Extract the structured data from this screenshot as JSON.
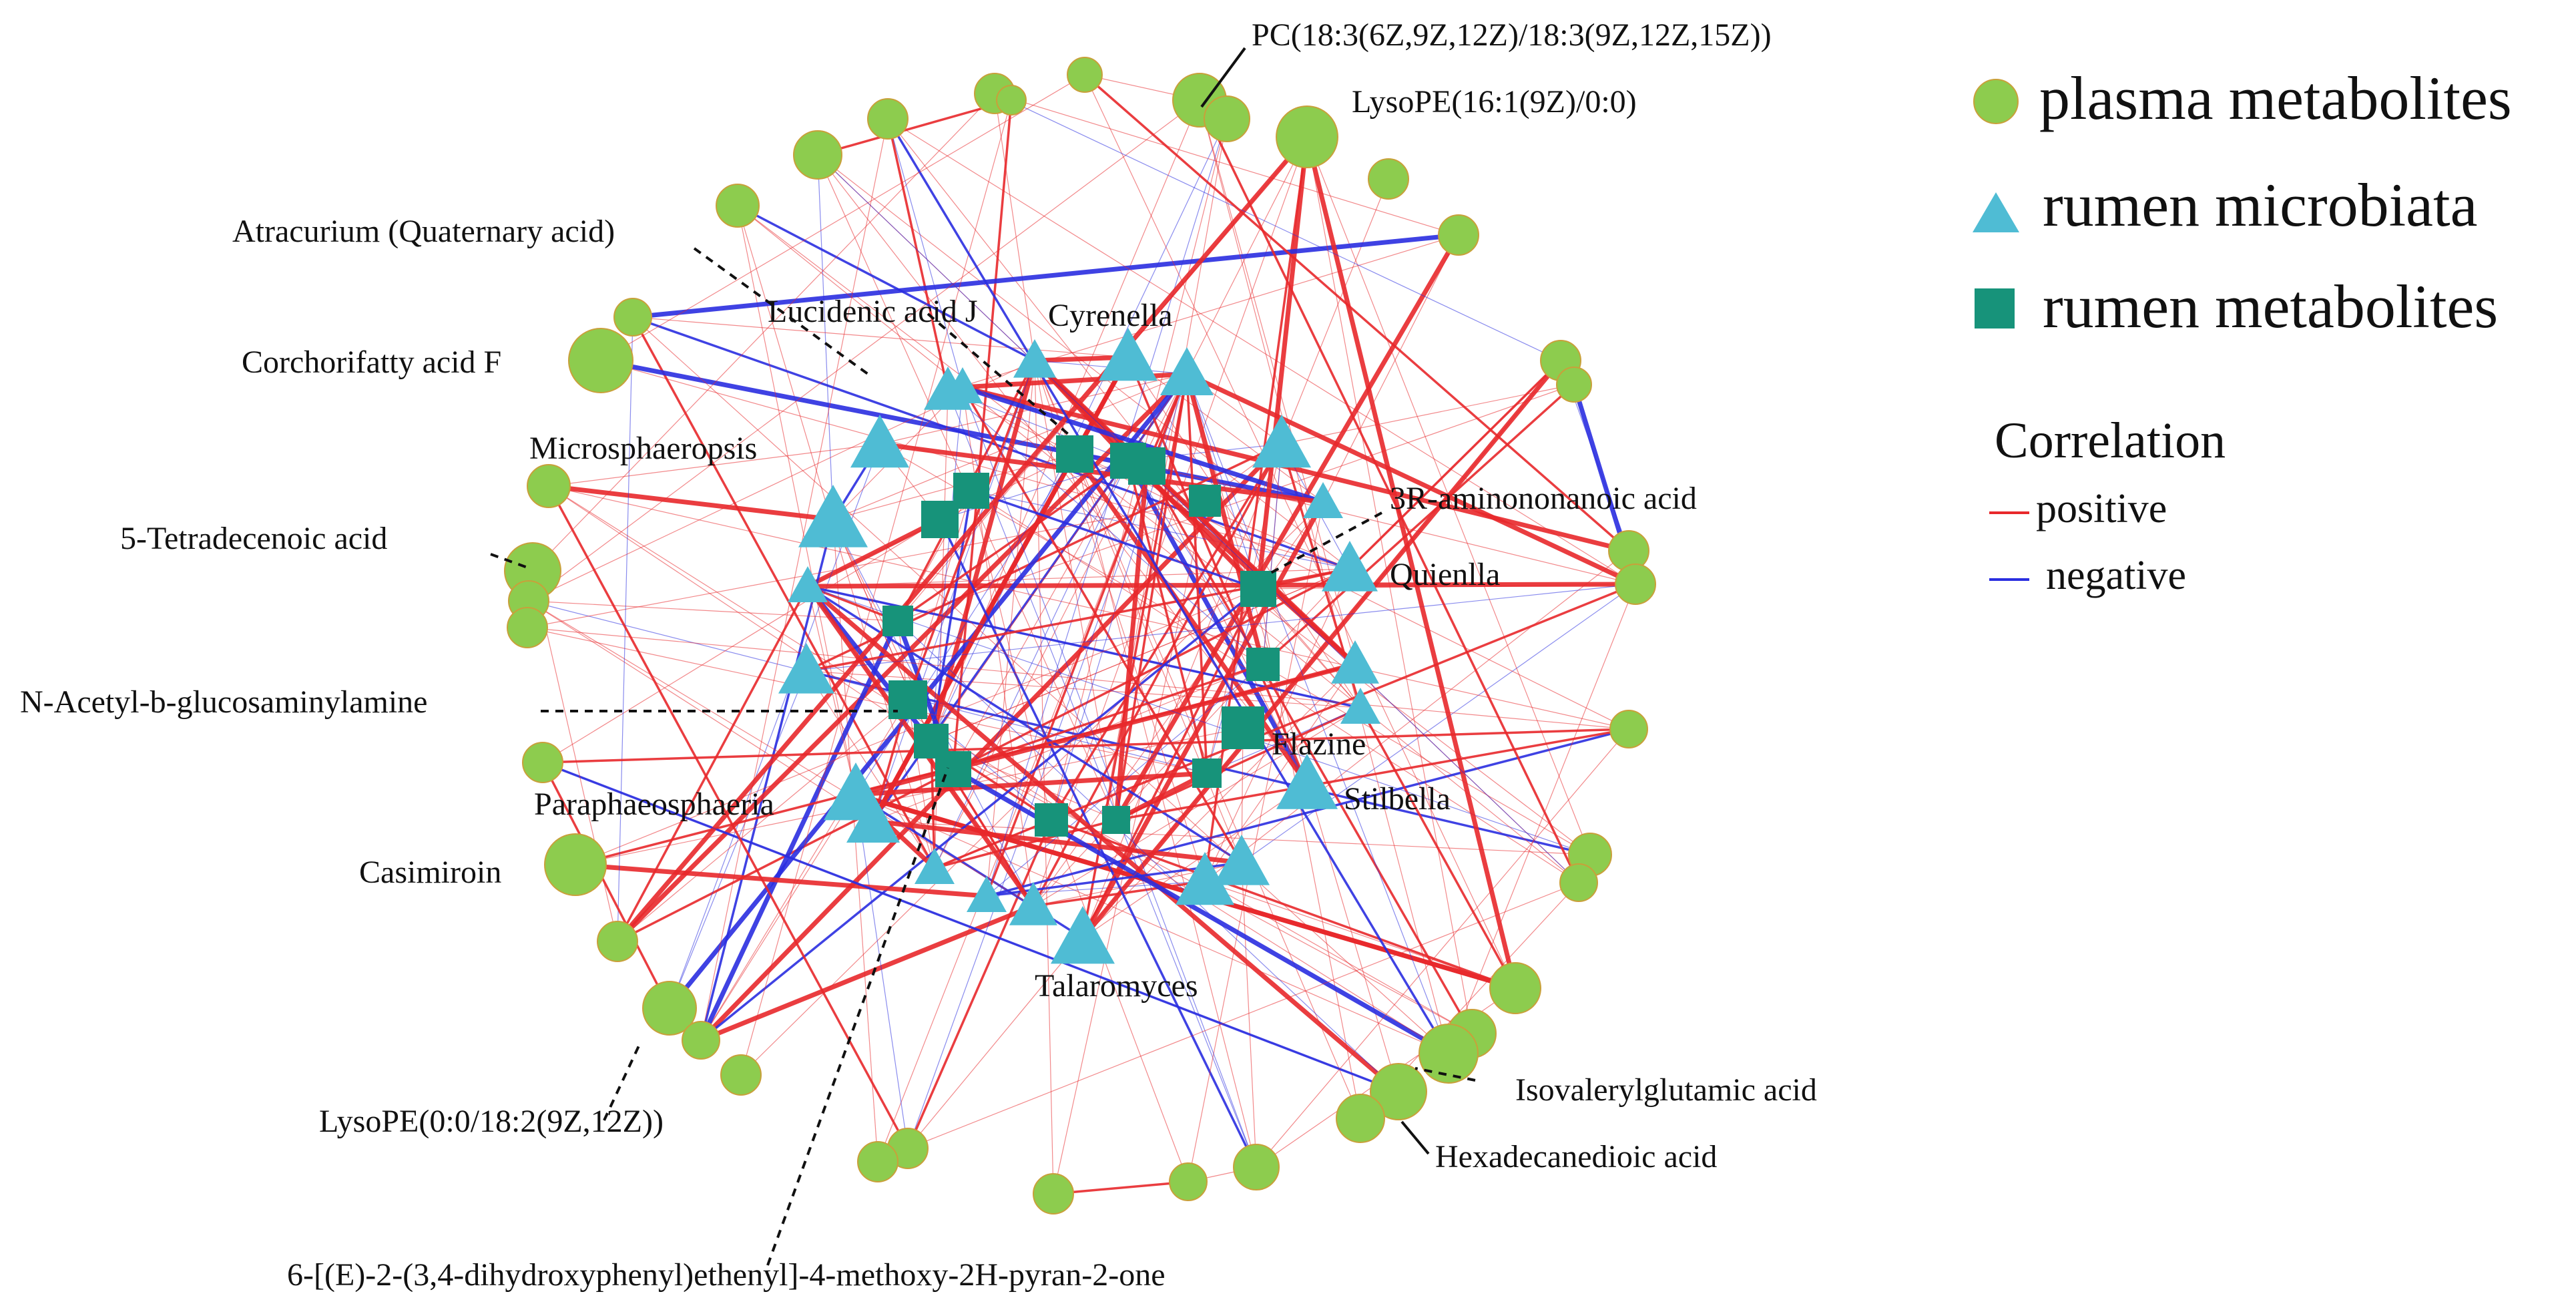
{
  "colors": {
    "plasma_node": "#8dcc4e",
    "plasma_node_stroke": "#c9a03a",
    "microbiota_node": "#4fbcd4",
    "metabolite_node": "#17937a",
    "positive_edge": "#e8282b",
    "negative_edge": "#2a2ee0"
  },
  "legend": {
    "node_types": [
      {
        "label": "plasma metabolites",
        "shape": "circle",
        "icon": "green-circle-icon"
      },
      {
        "label": "rumen microbiata",
        "shape": "triangle",
        "icon": "cyan-triangle-icon"
      },
      {
        "label": "rumen metabolites",
        "shape": "square",
        "icon": "teal-square-icon"
      }
    ],
    "correlation_title": "Correlation",
    "correlation_items": [
      {
        "label": "positive",
        "color": "#e8282b"
      },
      {
        "label": "negative",
        "color": "#2a2ee0"
      }
    ]
  },
  "labels": [
    {
      "id": "pc",
      "text": "PC(18:3(6Z,9Z,12Z)/18:3(9Z,12Z,15Z))"
    },
    {
      "id": "lysope161",
      "text": "LysoPE(16:1(9Z)/0:0)"
    },
    {
      "id": "atracurium",
      "text": "Atracurium (Quaternary acid)"
    },
    {
      "id": "lucidenic",
      "text": "Lucidenic acid J"
    },
    {
      "id": "cyrenella",
      "text": "Cyrenella"
    },
    {
      "id": "corchorifatty",
      "text": "Corchorifatty acid F"
    },
    {
      "id": "microsphaeropsis",
      "text": "Microsphaeropsis"
    },
    {
      "id": "aminononanoic",
      "text": "3R-aminononanoic acid"
    },
    {
      "id": "tetradecenoic",
      "text": "5-Tetradecenoic acid"
    },
    {
      "id": "quienlla",
      "text": "Quienlla"
    },
    {
      "id": "nacetyl",
      "text": "N-Acetyl-b-glucosaminylamine"
    },
    {
      "id": "flazine",
      "text": "Flazine"
    },
    {
      "id": "paraphaeosphaeria",
      "text": "Paraphaeosphaeria"
    },
    {
      "id": "stilbella",
      "text": "Stilbella"
    },
    {
      "id": "casimiroin",
      "text": "Casimiroin"
    },
    {
      "id": "talaromyces",
      "text": "Talaromyces"
    },
    {
      "id": "lysope182",
      "text": "LysoPE(0:0/18:2(9Z,12Z))"
    },
    {
      "id": "isovaleryl",
      "text": "Isovalerylglutamic acid"
    },
    {
      "id": "hexadecanedioic",
      "text": "Hexadecanedioic acid"
    },
    {
      "id": "pyranone",
      "text": "6-[(E)-2-(3,4-dihydroxyphenyl)ethenyl]-4-methoxy-2H-pyran-2-one"
    }
  ]
}
